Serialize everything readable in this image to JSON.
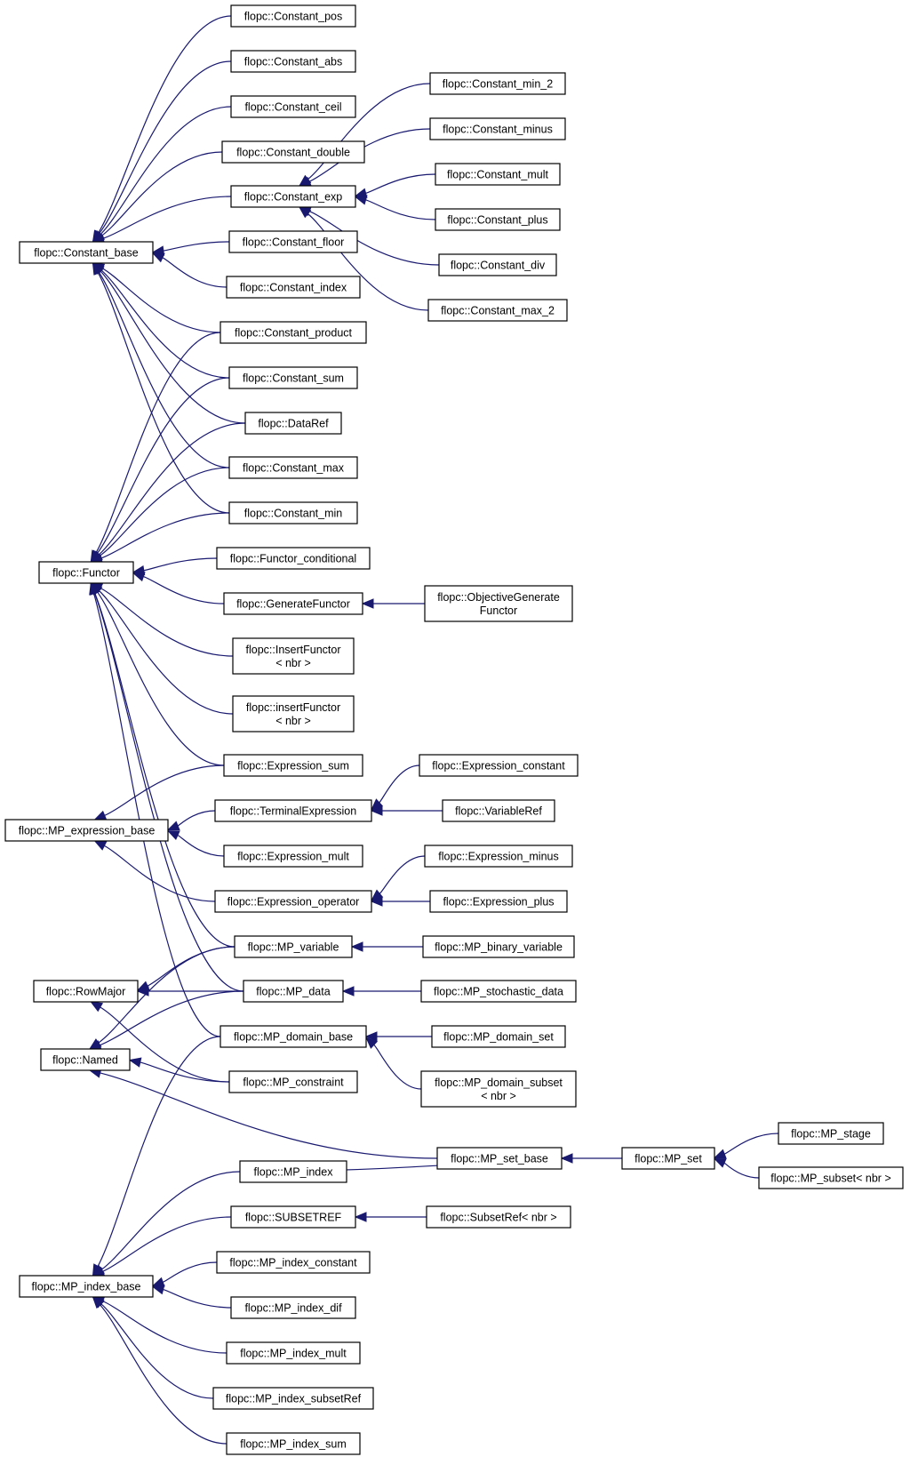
{
  "diagram": {
    "type": "class-inheritance-graph",
    "colors": {
      "edge": "#191970",
      "node_border": "#000000",
      "node_fill": "#ffffff",
      "text": "#000000"
    },
    "nodes": [
      {
        "id": "constant_base",
        "lines": [
          "flopc::Constant_base"
        ]
      },
      {
        "id": "functor",
        "lines": [
          "flopc::Functor"
        ]
      },
      {
        "id": "mp_expression_base",
        "lines": [
          "flopc::MP_expression_base"
        ]
      },
      {
        "id": "rowmajor",
        "lines": [
          "flopc::RowMajor"
        ]
      },
      {
        "id": "named",
        "lines": [
          "flopc::Named"
        ]
      },
      {
        "id": "mp_index_base",
        "lines": [
          "flopc::MP_index_base"
        ]
      },
      {
        "id": "constant_pos",
        "lines": [
          "flopc::Constant_pos"
        ]
      },
      {
        "id": "constant_abs",
        "lines": [
          "flopc::Constant_abs"
        ]
      },
      {
        "id": "constant_ceil",
        "lines": [
          "flopc::Constant_ceil"
        ]
      },
      {
        "id": "constant_double",
        "lines": [
          "flopc::Constant_double"
        ]
      },
      {
        "id": "constant_exp",
        "lines": [
          "flopc::Constant_exp"
        ]
      },
      {
        "id": "constant_floor",
        "lines": [
          "flopc::Constant_floor"
        ]
      },
      {
        "id": "constant_index",
        "lines": [
          "flopc::Constant_index"
        ]
      },
      {
        "id": "constant_product",
        "lines": [
          "flopc::Constant_product"
        ]
      },
      {
        "id": "constant_sum",
        "lines": [
          "flopc::Constant_sum"
        ]
      },
      {
        "id": "dataref",
        "lines": [
          "flopc::DataRef"
        ]
      },
      {
        "id": "constant_max",
        "lines": [
          "flopc::Constant_max"
        ]
      },
      {
        "id": "constant_min",
        "lines": [
          "flopc::Constant_min"
        ]
      },
      {
        "id": "functor_conditional",
        "lines": [
          "flopc::Functor_conditional"
        ]
      },
      {
        "id": "generatefunctor",
        "lines": [
          "flopc::GenerateFunctor"
        ]
      },
      {
        "id": "insertfunctor_upper",
        "lines": [
          "flopc::InsertFunctor",
          "< nbr >"
        ]
      },
      {
        "id": "insertfunctor_lower",
        "lines": [
          "flopc::insertFunctor",
          "< nbr >"
        ]
      },
      {
        "id": "expression_sum",
        "lines": [
          "flopc::Expression_sum"
        ]
      },
      {
        "id": "terminalexpression",
        "lines": [
          "flopc::TerminalExpression"
        ]
      },
      {
        "id": "expression_mult",
        "lines": [
          "flopc::Expression_mult"
        ]
      },
      {
        "id": "expression_operator",
        "lines": [
          "flopc::Expression_operator"
        ]
      },
      {
        "id": "mp_variable",
        "lines": [
          "flopc::MP_variable"
        ]
      },
      {
        "id": "mp_data",
        "lines": [
          "flopc::MP_data"
        ]
      },
      {
        "id": "mp_domain_base",
        "lines": [
          "flopc::MP_domain_base"
        ]
      },
      {
        "id": "mp_constraint",
        "lines": [
          "flopc::MP_constraint"
        ]
      },
      {
        "id": "mp_index",
        "lines": [
          "flopc::MP_index"
        ]
      },
      {
        "id": "subsetref_upper",
        "lines": [
          "flopc::SUBSETREF"
        ]
      },
      {
        "id": "mp_index_constant",
        "lines": [
          "flopc::MP_index_constant"
        ]
      },
      {
        "id": "mp_index_dif",
        "lines": [
          "flopc::MP_index_dif"
        ]
      },
      {
        "id": "mp_index_mult",
        "lines": [
          "flopc::MP_index_mult"
        ]
      },
      {
        "id": "mp_index_subsetref",
        "lines": [
          "flopc::MP_index_subsetRef"
        ]
      },
      {
        "id": "mp_index_sum",
        "lines": [
          "flopc::MP_index_sum"
        ]
      },
      {
        "id": "constant_min_2",
        "lines": [
          "flopc::Constant_min_2"
        ]
      },
      {
        "id": "constant_minus",
        "lines": [
          "flopc::Constant_minus"
        ]
      },
      {
        "id": "constant_mult",
        "lines": [
          "flopc::Constant_mult"
        ]
      },
      {
        "id": "constant_plus",
        "lines": [
          "flopc::Constant_plus"
        ]
      },
      {
        "id": "constant_div",
        "lines": [
          "flopc::Constant_div"
        ]
      },
      {
        "id": "constant_max_2",
        "lines": [
          "flopc::Constant_max_2"
        ]
      },
      {
        "id": "objectivegeneratefunctor",
        "lines": [
          "flopc::ObjectiveGenerate",
          "Functor"
        ]
      },
      {
        "id": "expression_constant",
        "lines": [
          "flopc::Expression_constant"
        ]
      },
      {
        "id": "variableref",
        "lines": [
          "flopc::VariableRef"
        ]
      },
      {
        "id": "expression_minus",
        "lines": [
          "flopc::Expression_minus"
        ]
      },
      {
        "id": "expression_plus",
        "lines": [
          "flopc::Expression_plus"
        ]
      },
      {
        "id": "mp_binary_variable",
        "lines": [
          "flopc::MP_binary_variable"
        ]
      },
      {
        "id": "mp_stochastic_data",
        "lines": [
          "flopc::MP_stochastic_data"
        ]
      },
      {
        "id": "mp_domain_set",
        "lines": [
          "flopc::MP_domain_set"
        ]
      },
      {
        "id": "mp_domain_subset",
        "lines": [
          "flopc::MP_domain_subset",
          "< nbr >"
        ]
      },
      {
        "id": "mp_set_base",
        "lines": [
          "flopc::MP_set_base"
        ]
      },
      {
        "id": "subsetref_nbr",
        "lines": [
          "flopc::SubsetRef< nbr >"
        ]
      },
      {
        "id": "mp_set",
        "lines": [
          "flopc::MP_set"
        ]
      },
      {
        "id": "mp_stage",
        "lines": [
          "flopc::MP_stage"
        ]
      },
      {
        "id": "mp_subset_nbr",
        "lines": [
          "flopc::MP_subset< nbr >"
        ]
      }
    ],
    "edges": [
      {
        "from": "constant_pos",
        "to": "constant_base"
      },
      {
        "from": "constant_abs",
        "to": "constant_base"
      },
      {
        "from": "constant_ceil",
        "to": "constant_base"
      },
      {
        "from": "constant_double",
        "to": "constant_base"
      },
      {
        "from": "constant_exp",
        "to": "constant_base"
      },
      {
        "from": "constant_floor",
        "to": "constant_base"
      },
      {
        "from": "constant_index",
        "to": "constant_base"
      },
      {
        "from": "constant_product",
        "to": "constant_base"
      },
      {
        "from": "constant_sum",
        "to": "constant_base"
      },
      {
        "from": "dataref",
        "to": "constant_base"
      },
      {
        "from": "constant_max",
        "to": "constant_base"
      },
      {
        "from": "constant_min",
        "to": "constant_base"
      },
      {
        "from": "constant_min_2",
        "to": "constant_exp"
      },
      {
        "from": "constant_minus",
        "to": "constant_exp"
      },
      {
        "from": "constant_mult",
        "to": "constant_exp"
      },
      {
        "from": "constant_plus",
        "to": "constant_exp"
      },
      {
        "from": "constant_div",
        "to": "constant_exp"
      },
      {
        "from": "constant_max_2",
        "to": "constant_exp"
      },
      {
        "from": "constant_product",
        "to": "functor"
      },
      {
        "from": "constant_sum",
        "to": "functor"
      },
      {
        "from": "dataref",
        "to": "functor"
      },
      {
        "from": "constant_max",
        "to": "functor"
      },
      {
        "from": "constant_min",
        "to": "functor"
      },
      {
        "from": "functor_conditional",
        "to": "functor"
      },
      {
        "from": "generatefunctor",
        "to": "functor"
      },
      {
        "from": "insertfunctor_upper",
        "to": "functor"
      },
      {
        "from": "insertfunctor_lower",
        "to": "functor"
      },
      {
        "from": "expression_sum",
        "to": "functor"
      },
      {
        "from": "mp_variable",
        "to": "functor"
      },
      {
        "from": "mp_data",
        "to": "functor"
      },
      {
        "from": "mp_domain_base",
        "to": "functor"
      },
      {
        "from": "objectivegeneratefunctor",
        "to": "generatefunctor"
      },
      {
        "from": "expression_sum",
        "to": "mp_expression_base"
      },
      {
        "from": "terminalexpression",
        "to": "mp_expression_base"
      },
      {
        "from": "expression_mult",
        "to": "mp_expression_base"
      },
      {
        "from": "expression_operator",
        "to": "mp_expression_base"
      },
      {
        "from": "expression_constant",
        "to": "terminalexpression"
      },
      {
        "from": "variableref",
        "to": "terminalexpression"
      },
      {
        "from": "expression_minus",
        "to": "expression_operator"
      },
      {
        "from": "expression_plus",
        "to": "expression_operator"
      },
      {
        "from": "mp_binary_variable",
        "to": "mp_variable"
      },
      {
        "from": "mp_stochastic_data",
        "to": "mp_data"
      },
      {
        "from": "mp_variable",
        "to": "rowmajor"
      },
      {
        "from": "mp_data",
        "to": "rowmajor"
      },
      {
        "from": "mp_constraint",
        "to": "rowmajor"
      },
      {
        "from": "mp_variable",
        "to": "named"
      },
      {
        "from": "mp_data",
        "to": "named"
      },
      {
        "from": "mp_constraint",
        "to": "named"
      },
      {
        "from": "mp_set_base",
        "to": "named"
      },
      {
        "from": "mp_domain_set",
        "to": "mp_domain_base"
      },
      {
        "from": "mp_domain_subset",
        "to": "mp_domain_base"
      },
      {
        "from": "mp_index",
        "to": "mp_set_base"
      },
      {
        "from": "mp_set",
        "to": "mp_set_base"
      },
      {
        "from": "mp_stage",
        "to": "mp_set"
      },
      {
        "from": "mp_subset_nbr",
        "to": "mp_set"
      },
      {
        "from": "subsetref_nbr",
        "to": "subsetref_upper"
      },
      {
        "from": "mp_domain_base",
        "to": "mp_index_base"
      },
      {
        "from": "mp_index",
        "to": "mp_index_base"
      },
      {
        "from": "subsetref_upper",
        "to": "mp_index_base"
      },
      {
        "from": "mp_index_constant",
        "to": "mp_index_base"
      },
      {
        "from": "mp_index_dif",
        "to": "mp_index_base"
      },
      {
        "from": "mp_index_mult",
        "to": "mp_index_base"
      },
      {
        "from": "mp_index_subsetref",
        "to": "mp_index_base"
      },
      {
        "from": "mp_index_sum",
        "to": "mp_index_base"
      }
    ]
  }
}
